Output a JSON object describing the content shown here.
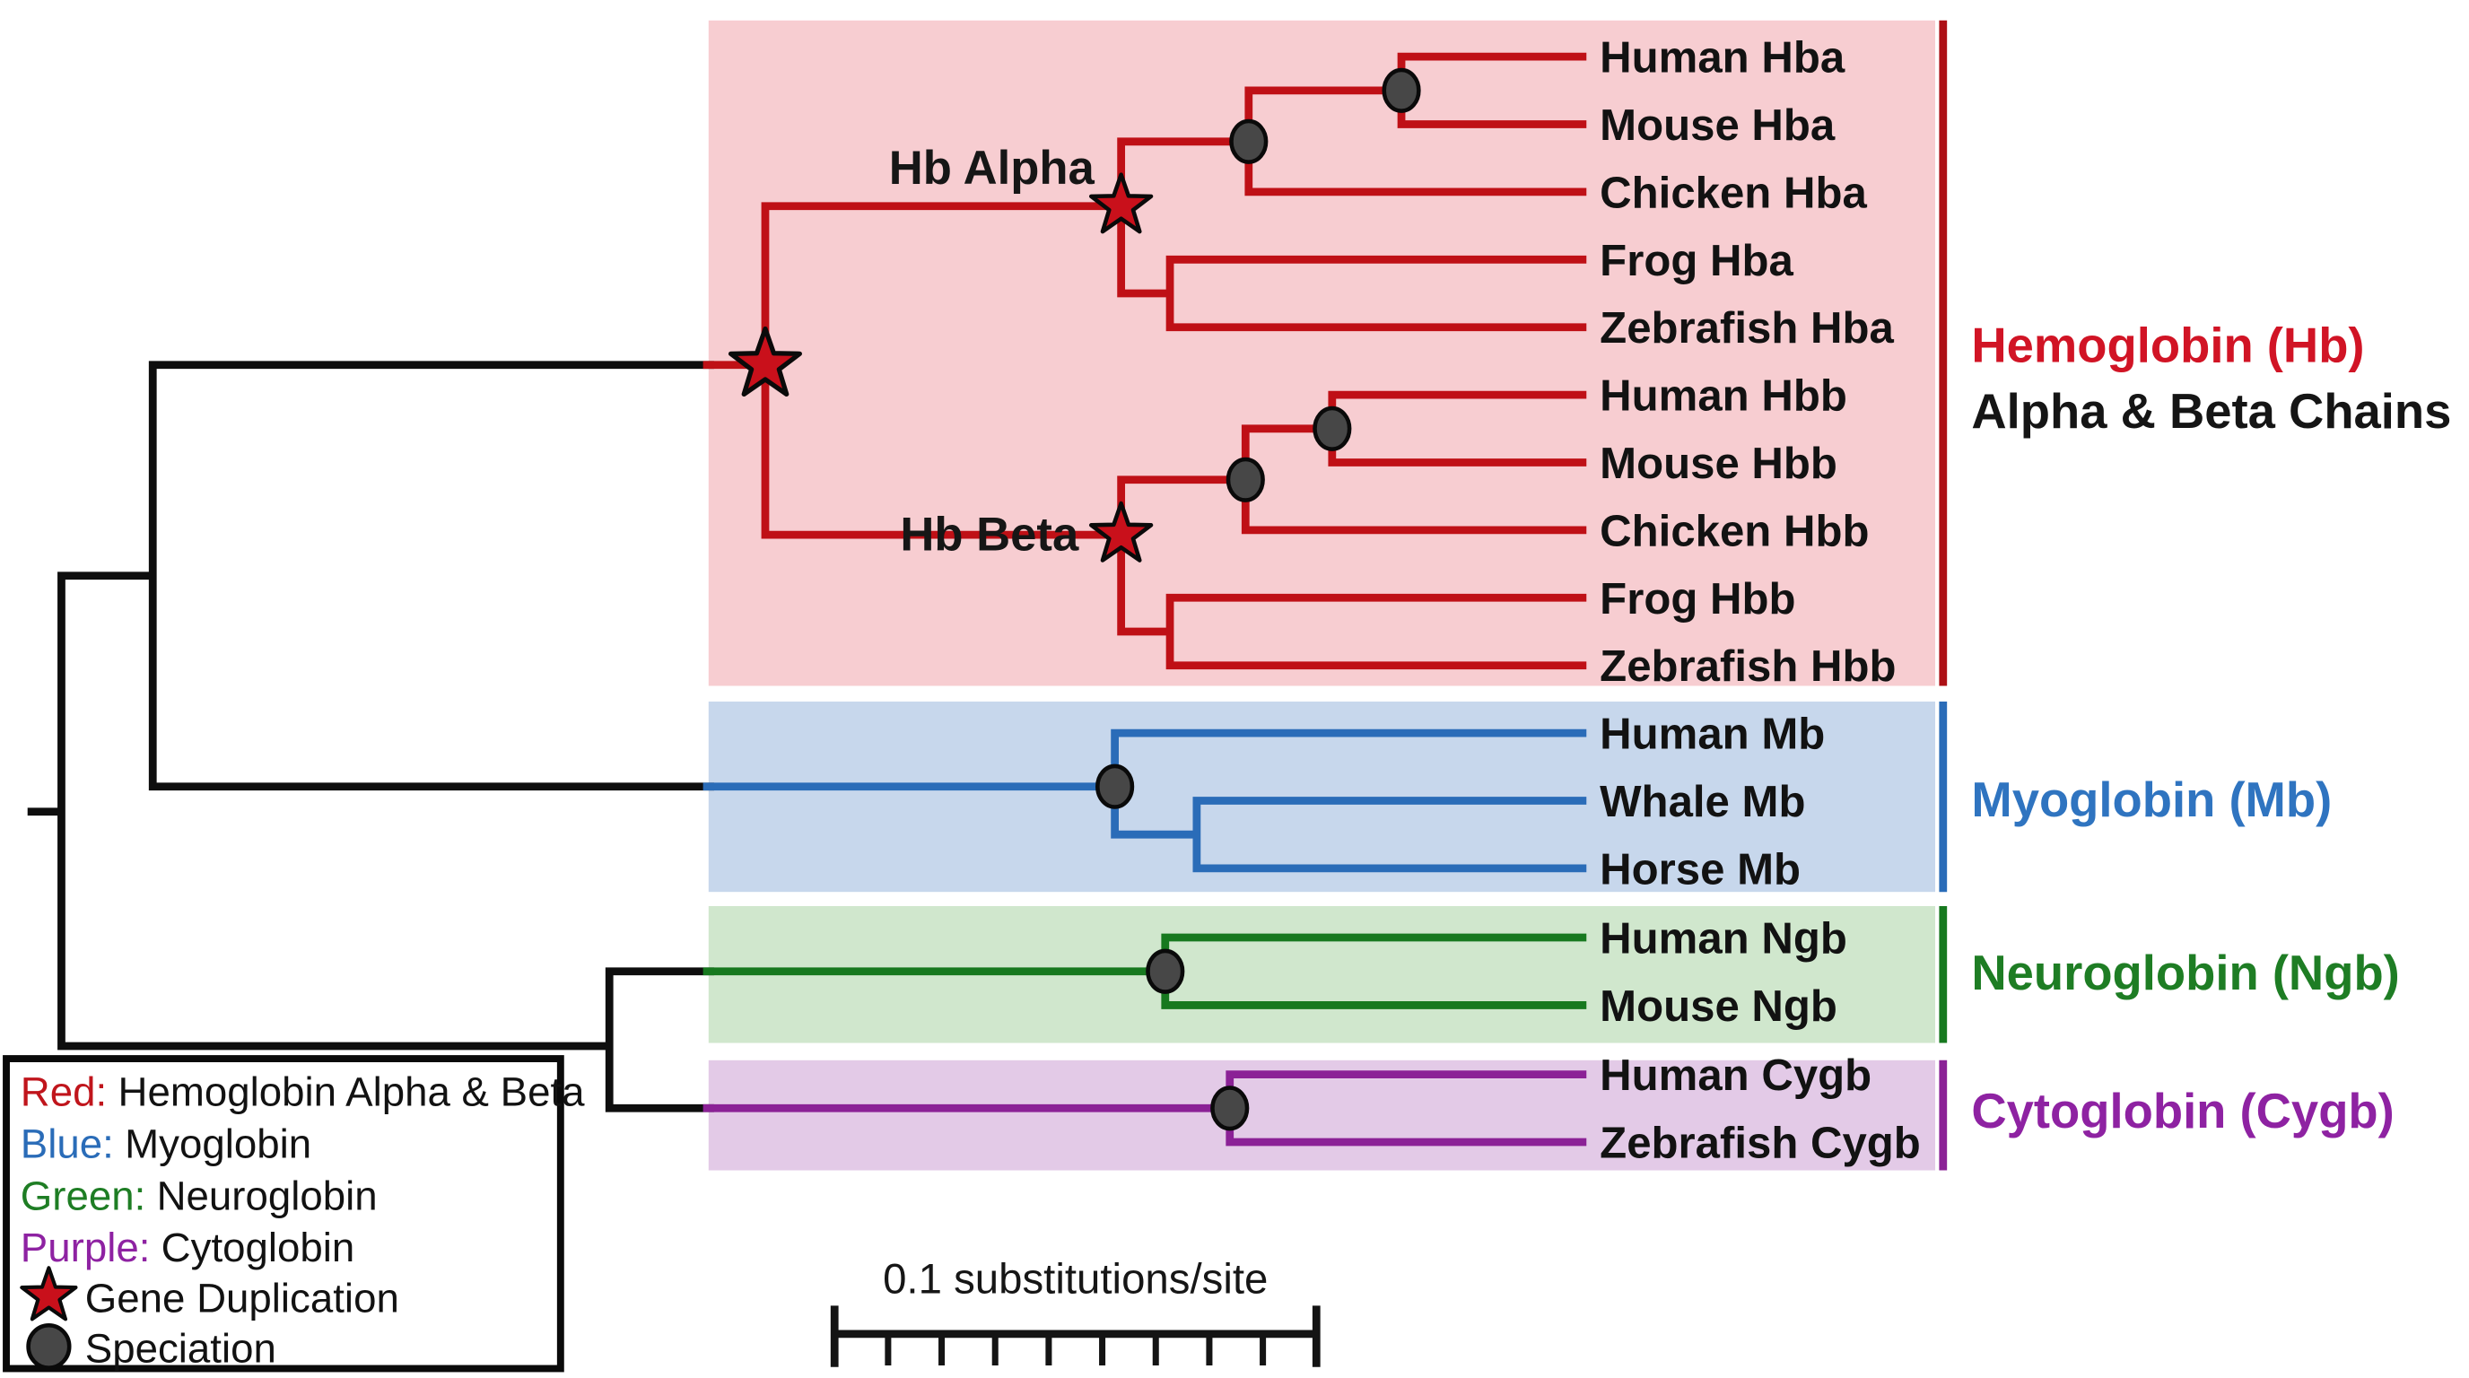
{
  "colors": {
    "background": "#ffffff",
    "skeleton": "#0e0e0e",
    "branch_red": "#bf1016",
    "branch_blue": "#2a6cb8",
    "branch_green": "#17791f",
    "branch_purple": "#8b2196",
    "star_fill": "#c9101b",
    "node_fill": "#474747"
  },
  "groups": [
    {
      "title": "Hemoglobin (Hb)",
      "subtitle": "Alpha & Beta Chains",
      "text_color": "#d11425",
      "subtitle_color": "#151515",
      "bracket_color": "#ad1016",
      "bg_color": "#f7cdd1",
      "members": [
        "Human Hba",
        "Mouse Hba",
        "Chicken Hba",
        "Frog Hba",
        "Zebrafish Hba",
        "Human Hbb",
        "Mouse Hbb",
        "Chicken Hbb",
        "Frog Hbb",
        "Zebrafish Hbb"
      ]
    },
    {
      "title": "Myoglobin (Mb)",
      "text_color": "#2f74c0",
      "bracket_color": "#2a6cb8",
      "bg_color": "#c7d7ec",
      "members": [
        "Human Mb",
        "Whale Mb",
        "Horse Mb"
      ]
    },
    {
      "title": "Neuroglobin (Ngb)",
      "text_color": "#1e7d24",
      "bracket_color": "#17791f",
      "bg_color": "#d0e7cd",
      "members": [
        "Human Ngb",
        "Mouse Ngb"
      ]
    },
    {
      "title": "Cytoglobin (Cygb)",
      "text_color": "#8e22a2",
      "bracket_color": "#8b2196",
      "bg_color": "#e3cae7",
      "members": [
        "Human Cygb",
        "Zebrafish Cygb"
      ]
    }
  ],
  "clade_labels": {
    "alpha": "Hb Alpha",
    "beta": "Hb Beta"
  },
  "leaves": [
    "Human Hba",
    "Mouse Hba",
    "Chicken Hba",
    "Frog Hba",
    "Zebrafish Hba",
    "Human Hbb",
    "Mouse Hbb",
    "Chicken Hbb",
    "Frog Hbb",
    "Zebrafish Hbb",
    "Human Mb",
    "Whale Mb",
    "Horse Mb",
    "Human Ngb",
    "Mouse Ngb",
    "Human Cygb",
    "Zebrafish Cygb"
  ],
  "legend": {
    "items": [
      {
        "prefix": "Red:",
        "prefix_color": "#c0151c",
        "label": "Hemoglobin Alpha & Beta"
      },
      {
        "prefix": "Blue:",
        "prefix_color": "#2a6cb8",
        "label": "Myoglobin"
      },
      {
        "prefix": "Green:",
        "prefix_color": "#1e7d24",
        "label": "Neuroglobin"
      },
      {
        "prefix": "Purple:",
        "prefix_color": "#8e22a2",
        "label": "Cytoglobin"
      },
      {
        "icon": "gene-duplication-star",
        "label": "Gene Duplication"
      },
      {
        "icon": "speciation-circle",
        "label": "Speciation"
      }
    ]
  },
  "scale_bar": {
    "label": "0.1 substitutions/site"
  },
  "chart_data": {
    "type": "phylogenetic-tree",
    "newick": "((((((Human_Hba,Mouse_Hba),Chicken_Hba),(Frog_Hba,Zebrafish_Hba))Hb_Alpha,(((Human_Hbb,Mouse_Hbb),Chicken_Hbb),(Frog_Hbb,Zebrafish_Hbb))Hb_Beta),(Human_Mb,(Whale_Mb,Horse_Mb))),((Human_Ngb,Mouse_Ngb),(Human_Cygb,Zebrafish_Cygb)));",
    "gene_duplication_nodes": [
      "Hb Alpha / Hb Beta split",
      "Hb Alpha clade root",
      "Hb Beta clade root"
    ],
    "speciation_nodes": [
      "Human-Mouse Hba ancestor",
      "Human/Mouse-Chicken Hba ancestor",
      "Human-Mouse Hbb ancestor",
      "Human/Mouse-Chicken Hbb ancestor",
      "Myoglobin clade root",
      "Neuroglobin clade root",
      "Cytoglobin clade root"
    ],
    "scale": "0.1 substitutions/site"
  }
}
